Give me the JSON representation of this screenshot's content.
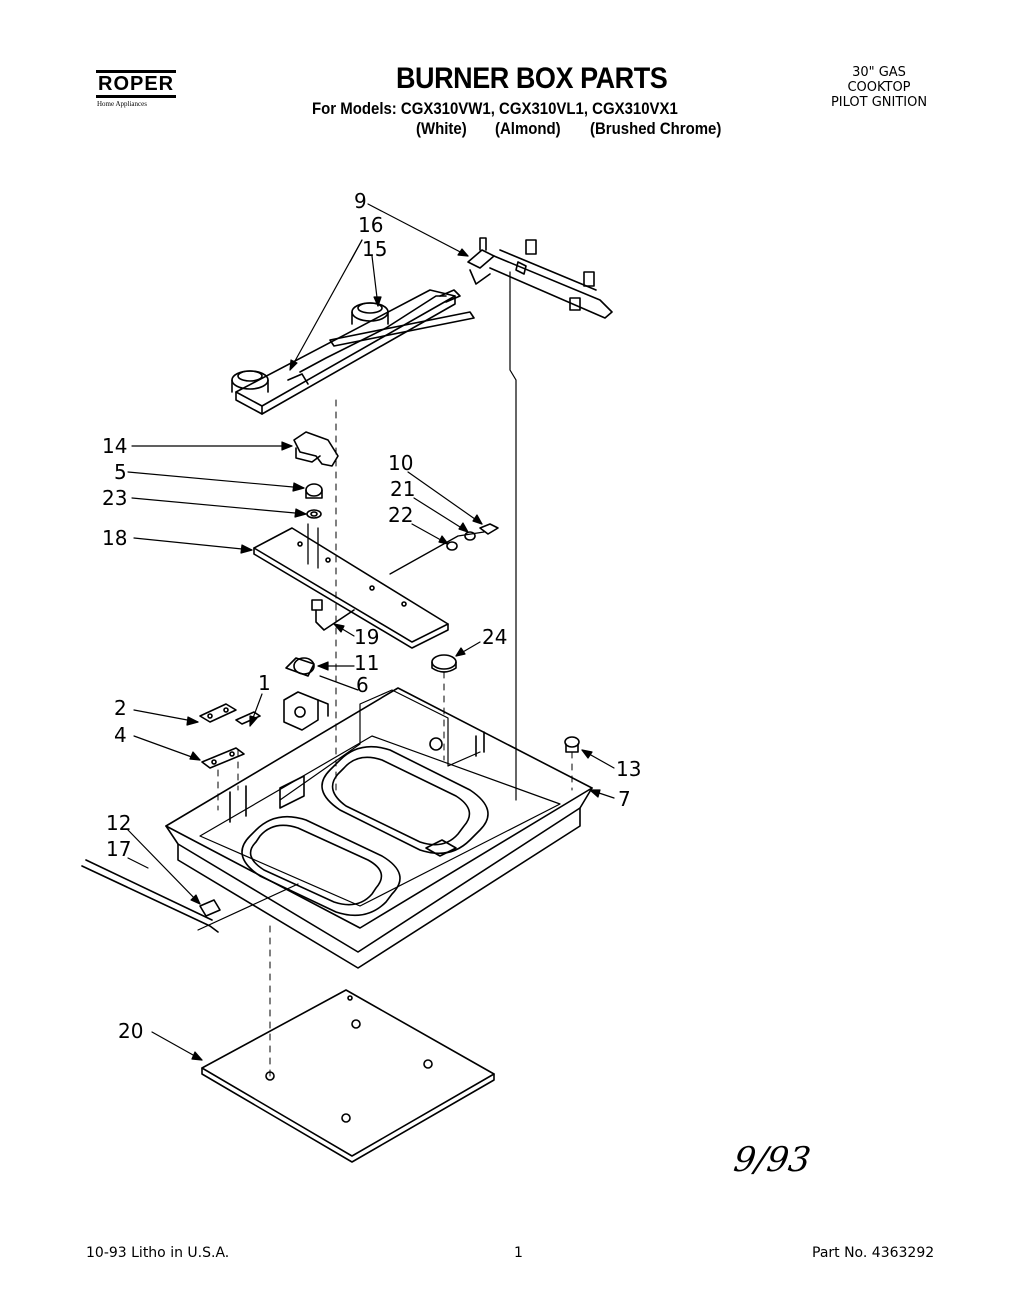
{
  "header": {
    "brand": "ROPER",
    "brand_tagline": "Home Appliances",
    "title": "BURNER BOX PARTS",
    "models_line": "For Models: CGX310VW1, CGX310VL1, CGX310VX1",
    "variants": [
      "(White)",
      "(Almond)",
      "(Brushed Chrome)"
    ],
    "product_lines": [
      "30\" GAS",
      "COOKTOP",
      "PILOT GNITION"
    ]
  },
  "callouts": [
    "9",
    "16",
    "15",
    "14",
    "5",
    "23",
    "18",
    "10",
    "21",
    "22",
    "19",
    "24",
    "11",
    "6",
    "1",
    "2",
    "4",
    "13",
    "7",
    "12",
    "17",
    "20"
  ],
  "handwritten_date": "9/93",
  "footer": {
    "left": "10-93 Litho in U.S.A.",
    "center": "1",
    "right": "Part No. 4363292"
  }
}
